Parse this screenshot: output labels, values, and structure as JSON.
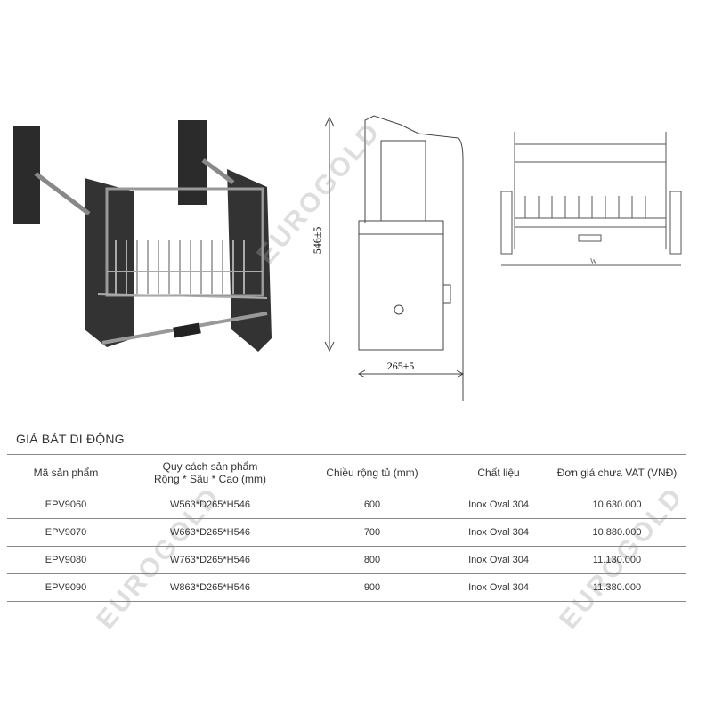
{
  "section_title": "GIÁ BÁT DI ĐỘNG",
  "watermark": "EUROGOLD",
  "dimensions": {
    "height_label": "546±5",
    "depth_label": "265±5",
    "width_label": "W"
  },
  "table": {
    "headers": [
      "Mã sản phẩm",
      "Quy cách sản phẩm",
      "Rộng * Sâu * Cao (mm)",
      "Chiều rộng tủ (mm)",
      "Chất liệu",
      "Đơn giá chưa VAT (VNĐ)"
    ],
    "rows": [
      {
        "code": "EPV9060",
        "spec": "W563*D265*H546",
        "width": "600",
        "material": "Inox Oval 304",
        "price": "10.630.000"
      },
      {
        "code": "EPV9070",
        "spec": "W663*D265*H546",
        "width": "700",
        "material": "Inox Oval 304",
        "price": "10.880.000"
      },
      {
        "code": "EPV9080",
        "spec": "W763*D265*H546",
        "width": "800",
        "material": "Inox Oval 304",
        "price": "11.130.000"
      },
      {
        "code": "EPV9090",
        "spec": "W863*D265*H546",
        "width": "900",
        "material": "Inox Oval 304",
        "price": "11.380.000"
      }
    ]
  }
}
